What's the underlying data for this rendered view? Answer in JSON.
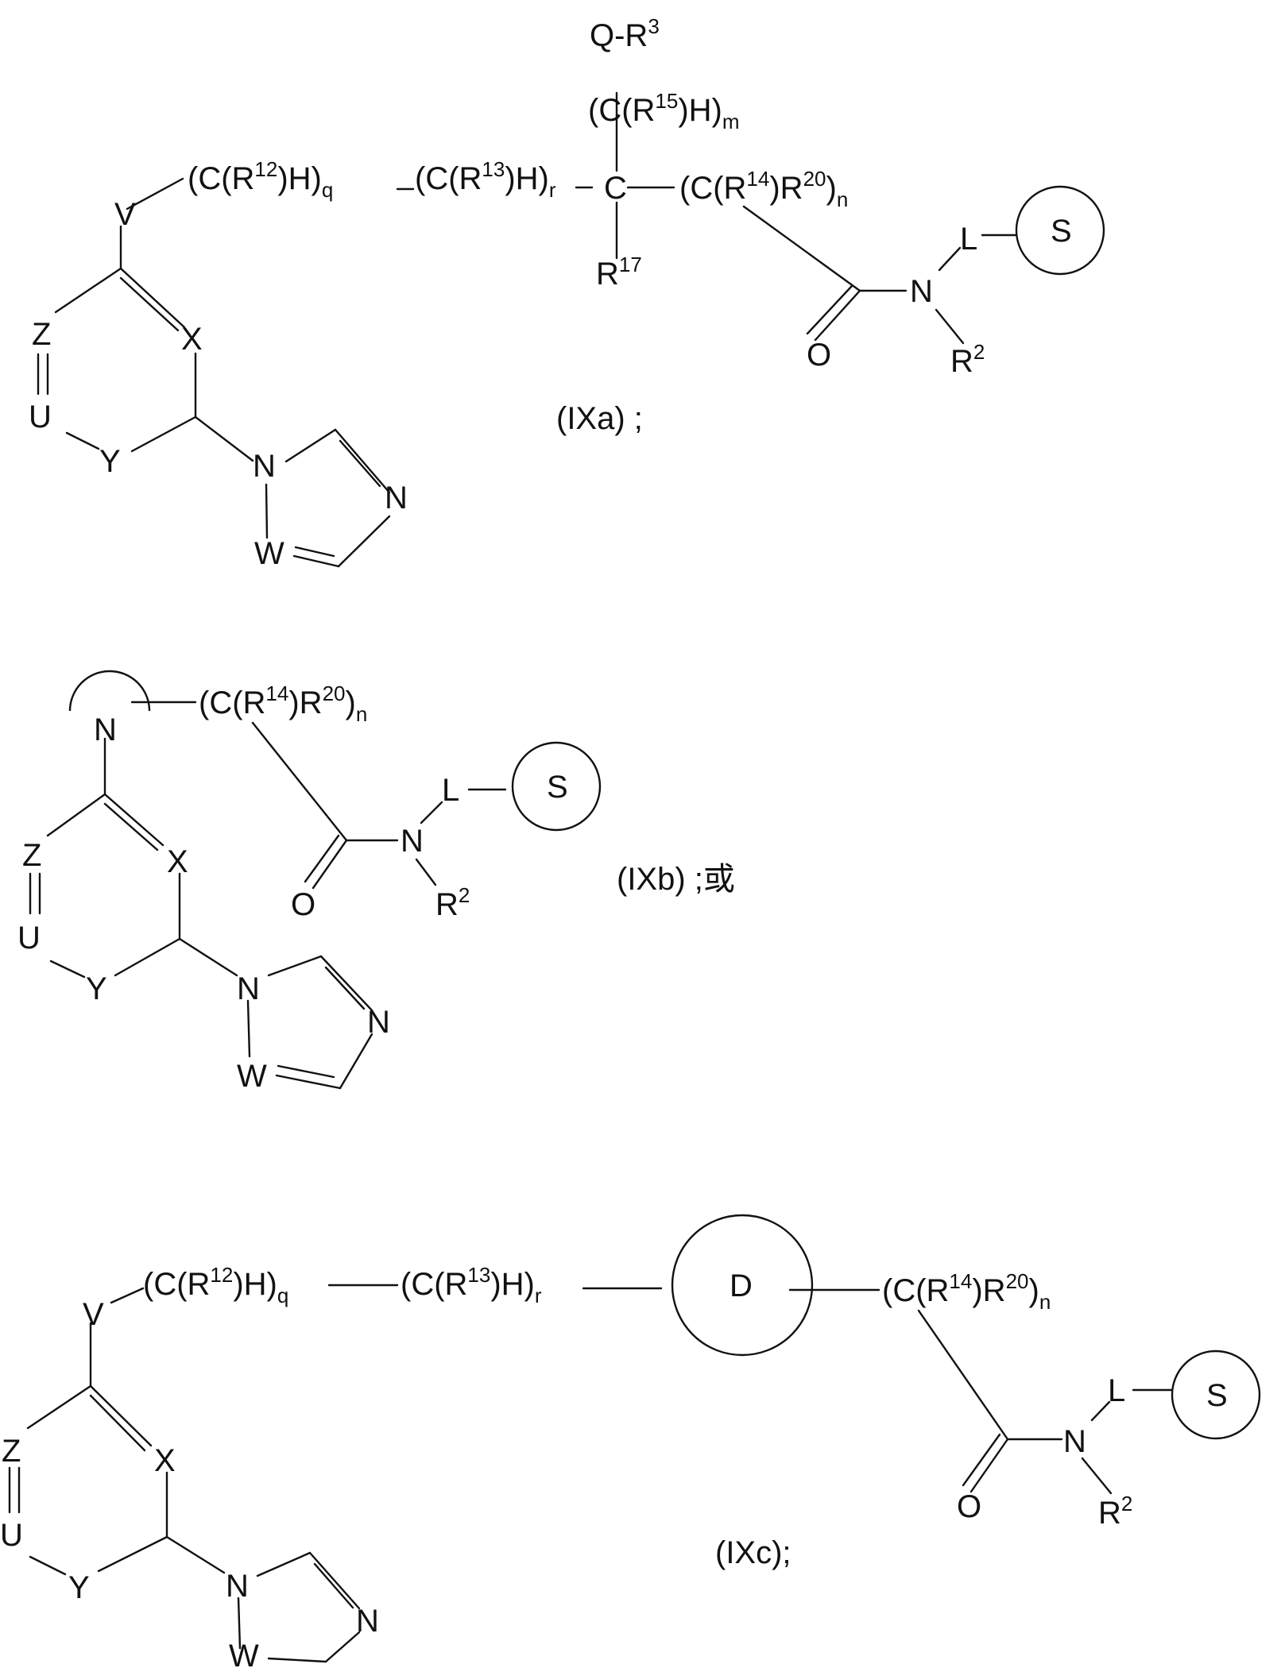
{
  "structures": [
    {
      "id": "IXa",
      "caption": "(IXa) ;",
      "chain": {
        "v": "V",
        "c12": "(C(R",
        "c12_sup": "12",
        "c12_tail": ")H)",
        "c12_sub": "q",
        "c13": "(C(R",
        "c13_sup": "13",
        "c13_tail": ")H)",
        "c13_sub": "r",
        "central_c": "C",
        "c14": "(C(R",
        "c14_sup": "14",
        "c14_mid": ")R",
        "c14_sup2": "20",
        "c14_tail": ")",
        "c14_sub": "n",
        "r17": "R",
        "r17_sup": "17",
        "c15": "(C(R",
        "c15_sup": "15",
        "c15_tail": ")H)",
        "c15_sub": "m",
        "qr3": "Q-R",
        "qr3_sup": "3"
      },
      "amide": {
        "o": "O",
        "n": "N",
        "l": "L",
        "s": "S",
        "r2": "R",
        "r2_sup": "2"
      },
      "ring": {
        "z": "Z",
        "x": "X",
        "u": "U",
        "y": "Y"
      },
      "triazole": {
        "n1": "N",
        "n4": "N",
        "w": "W"
      }
    },
    {
      "id": "IXb",
      "caption": "(IXb) ;或",
      "n_ring": "N",
      "chain": {
        "c14": "(C(R",
        "c14_sup": "14",
        "c14_mid": ")R",
        "c14_sup2": "20",
        "c14_tail": ")",
        "c14_sub": "n"
      },
      "amide": {
        "o": "O",
        "n": "N",
        "l": "L",
        "s": "S",
        "r2": "R",
        "r2_sup": "2"
      },
      "ring": {
        "z": "Z",
        "x": "X",
        "u": "U",
        "y": "Y"
      },
      "triazole": {
        "n1": "N",
        "n4": "N",
        "w": "W"
      }
    },
    {
      "id": "IXc",
      "caption": "(IXc);",
      "chain": {
        "v": "V",
        "c12": "(C(R",
        "c12_sup": "12",
        "c12_tail": ")H)",
        "c12_sub": "q",
        "c13": "(C(R",
        "c13_sup": "13",
        "c13_tail": ")H)",
        "c13_sub": "r",
        "d": "D",
        "c14": "(C(R",
        "c14_sup": "14",
        "c14_mid": ")R",
        "c14_sup2": "20",
        "c14_tail": ")",
        "c14_sub": "n"
      },
      "amide": {
        "o": "O",
        "n": "N",
        "l": "L",
        "s": "S",
        "r2": "R",
        "r2_sup": "2"
      },
      "ring": {
        "z": "Z",
        "x": "X",
        "u": "U",
        "y": "Y"
      },
      "triazole": {
        "n1": "N",
        "n4": "N",
        "w": "W"
      }
    }
  ]
}
